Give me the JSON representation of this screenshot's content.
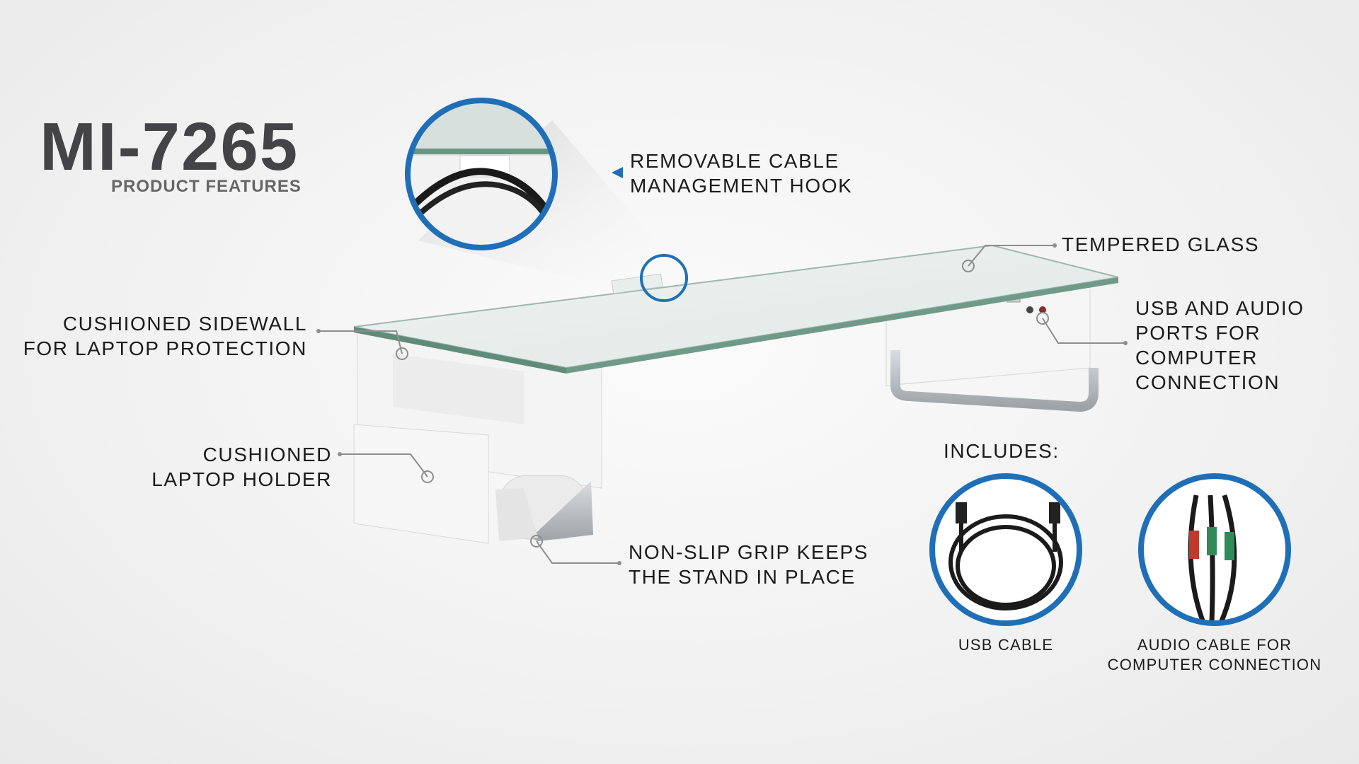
{
  "header": {
    "model": "MI-7265",
    "subtitle": "PRODUCT FEATURES"
  },
  "callouts": {
    "cable_hook": [
      "REMOVABLE CABLE",
      "MANAGEMENT HOOK"
    ],
    "tempered_glass": "TEMPERED GLASS",
    "ports": [
      "USB AND AUDIO",
      "PORTS FOR",
      "COMPUTER",
      "CONNECTION"
    ],
    "sidewall": [
      "CUSHIONED SIDEWALL",
      "FOR LAPTOP PROTECTION"
    ],
    "laptop_holder": [
      "CUSHIONED",
      "LAPTOP HOLDER"
    ],
    "grip": [
      "NON-SLIP GRIP KEEPS",
      "THE STAND IN PLACE"
    ]
  },
  "includes": {
    "heading": "INCLUDES:",
    "usb_cable": "USB CABLE",
    "audio_cable": [
      "AUDIO CABLE FOR",
      "COMPUTER CONNECTION"
    ]
  },
  "colors": {
    "accent_blue": "#1f6fb8",
    "title_gray": "#444446"
  }
}
